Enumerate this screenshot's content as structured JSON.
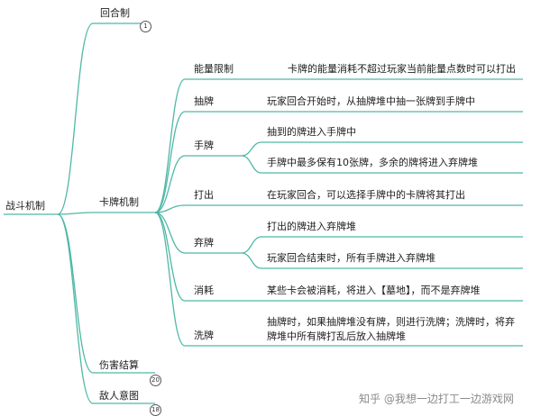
{
  "colors": {
    "line": "#4fb8a6",
    "text": "#1e1e1e",
    "badge_border": "#555555"
  },
  "root": {
    "label": "战斗机制"
  },
  "branches": [
    {
      "label": "回合制",
      "badge": "1"
    },
    {
      "label": "卡牌机制"
    },
    {
      "label": "伤害结算",
      "badge": "20"
    },
    {
      "label": "敌人意图",
      "badge": "18"
    }
  ],
  "card_mechanics": [
    {
      "label": "能量限制",
      "details": [
        "卡牌的能量消耗不超过玩家当前能量点数时可以打出"
      ]
    },
    {
      "label": "抽牌",
      "details": [
        "玩家回合开始时，从抽牌堆中抽一张牌到手牌中"
      ]
    },
    {
      "label": "手牌",
      "details": [
        "抽到的牌进入手牌中",
        "手牌中最多保有10张牌，多余的牌将进入弃牌堆"
      ]
    },
    {
      "label": "打出",
      "details": [
        "在玩家回合，可以选择手牌中的卡牌将其打出"
      ]
    },
    {
      "label": "弃牌",
      "details": [
        "打出的牌进入弃牌堆",
        "玩家回合结束时，所有手牌进入弃牌堆"
      ]
    },
    {
      "label": "消耗",
      "details": [
        "某些卡会被消耗，将进入【墓地】，而不是弃牌堆"
      ]
    },
    {
      "label": "洗牌",
      "details": [
        "抽牌时，如果抽牌堆没有牌，则进行洗牌；洗牌时，将弃牌堆中所有牌打乱后放入抽牌堆"
      ]
    }
  ],
  "watermark": "知乎 @我想一边打工一边游戏网"
}
